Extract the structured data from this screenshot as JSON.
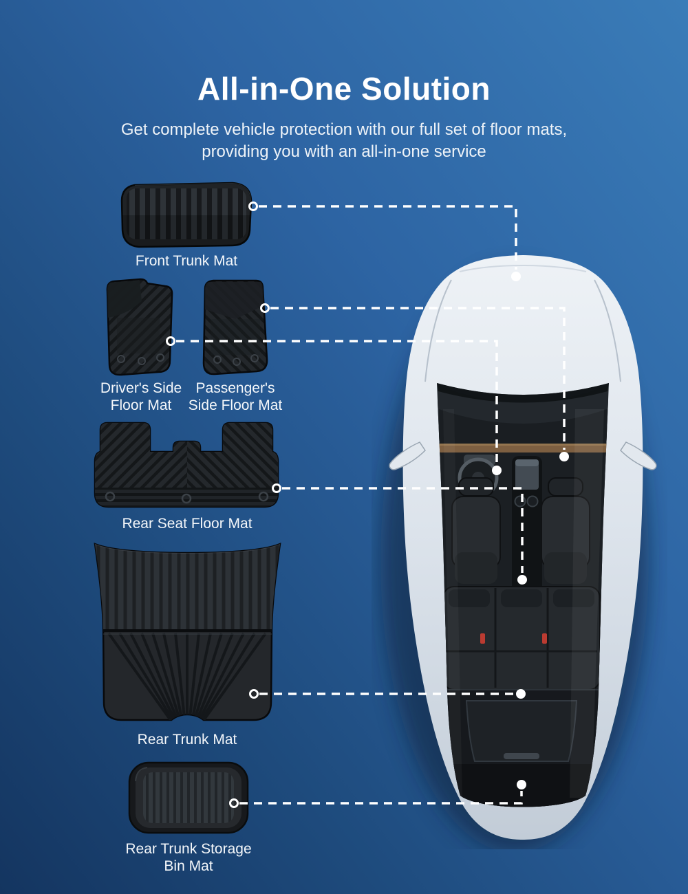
{
  "header": {
    "title": "All-in-One Solution",
    "subtitle": "Get complete vehicle protection with our full set of floor mats,\nproviding you with an all-in-one service"
  },
  "mats": [
    {
      "id": "front-trunk-mat",
      "label": "Front Trunk Mat"
    },
    {
      "id": "drivers-side-floor-mat",
      "label": "Driver's Side\nFloor Mat"
    },
    {
      "id": "passengers-side-floor-mat",
      "label": "Passenger's\nSide Floor Mat"
    },
    {
      "id": "rear-seat-floor-mat",
      "label": "Rear Seat Floor Mat"
    },
    {
      "id": "rear-trunk-mat",
      "label": "Rear Trunk Mat"
    },
    {
      "id": "rear-trunk-storage-bin-mat",
      "label": "Rear Trunk Storage\nBin Mat"
    }
  ],
  "colors": {
    "background_top_right": "#3a7cb8",
    "background_bottom_left": "#143560",
    "title_text": "#ffffff",
    "label_text": "#f4f7fa",
    "connector": "#ffffff",
    "mat_rubber": "#26292c",
    "car_body": "#e9eef4",
    "car_glass": "#1b2024",
    "dash_wood_trim": "#7d5f41",
    "seatbelt_buckle_red": "#bb3b31"
  }
}
